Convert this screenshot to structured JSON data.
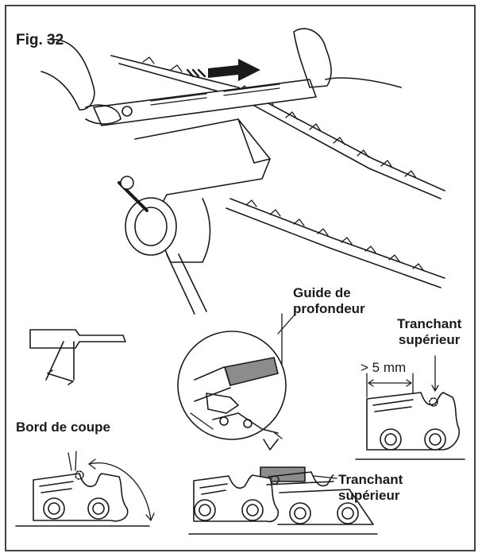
{
  "figure": {
    "label": "Fig. 32"
  },
  "labels": {
    "depth_guide_line1": "Guide de",
    "depth_guide_line2": "profondeur",
    "top_edge_line1": "Tranchant",
    "top_edge_line2": "supérieur",
    "cutting_edge": "Bord de coupe",
    "distance": "> 5 mm"
  },
  "colors": {
    "line": "#1a1a1a",
    "gauge_fill": "#8c8c8c"
  }
}
